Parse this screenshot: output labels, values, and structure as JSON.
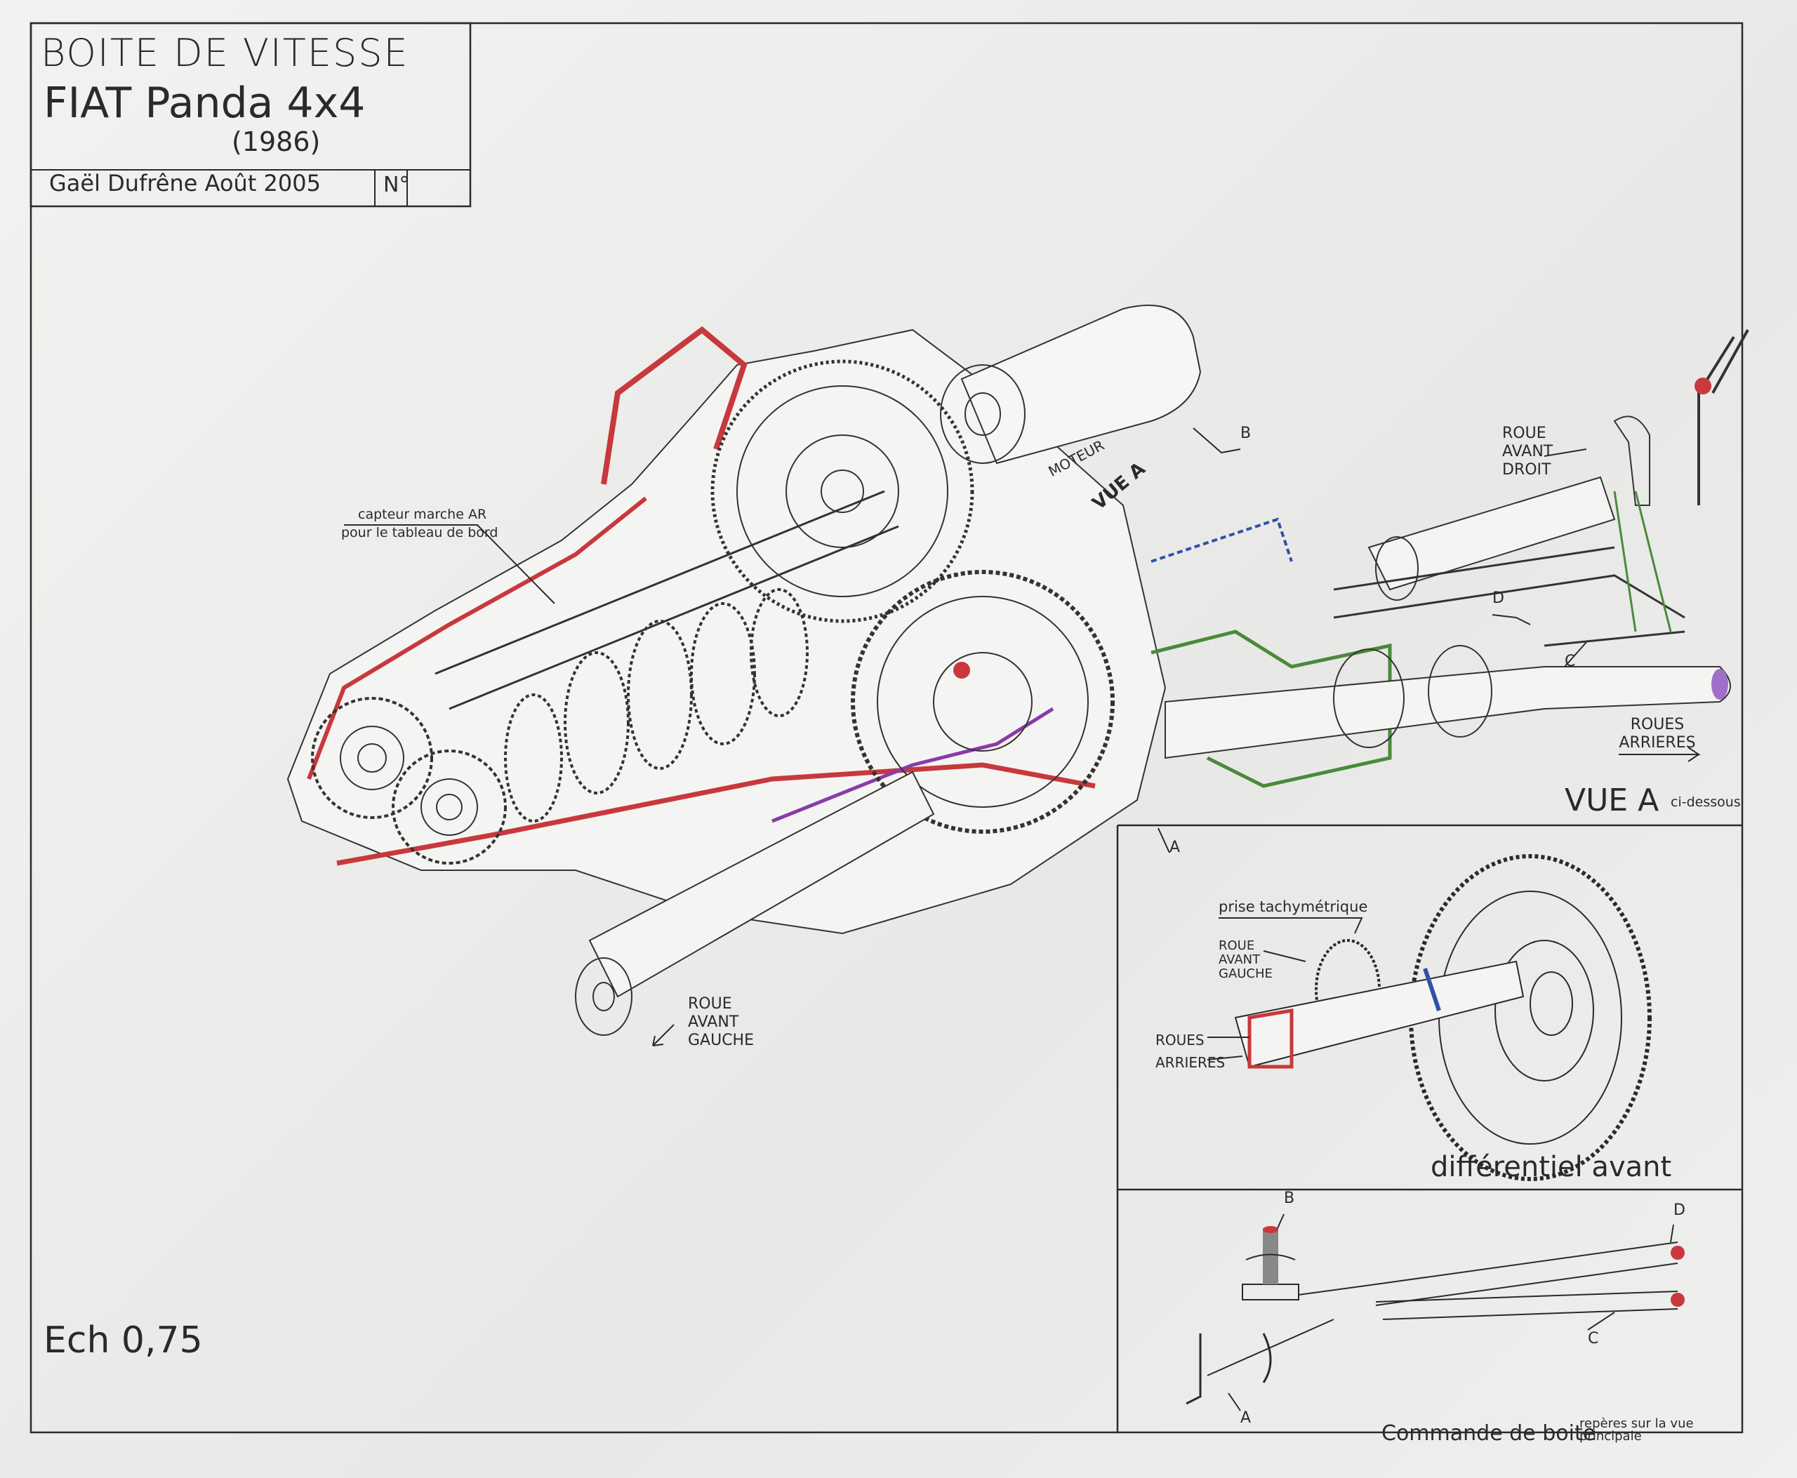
{
  "title_block": {
    "title": "BOITE DE VITESSE",
    "model": "FIAT Panda 4x4",
    "year": "(1986)",
    "author_date": "Gaël Dufrêne Août 2005",
    "number_label": "N°"
  },
  "scale": "Ech 0,75",
  "main_view": {
    "labels": {
      "sensor_line1": "capteur marche AR",
      "sensor_line2": "pour le tableau de bord",
      "engine": "MOTEUR",
      "view_a_arrow": "VUE A",
      "marker_b": "B",
      "front_right_wheel": "ROUE AVANT DROIT",
      "marker_d": "D",
      "marker_c": "C",
      "rear_wheels": "ROUES ARRIERES",
      "marker_a": "A",
      "front_left_wheel": "ROUE AVANT GAUCHE"
    }
  },
  "view_a": {
    "title": "VUE A",
    "title_note": "ci-dessous",
    "speedometer_drive": "prise tachymétrique",
    "front_left_wheel": "ROUE AVANT GAUCHE",
    "rear_wheels": "ROUES ARRIERES",
    "caption": "différentiel avant"
  },
  "shift_control": {
    "marker_b": "B",
    "marker_d": "D",
    "marker_c": "C",
    "marker_a": "A",
    "caption": "Commande de boite",
    "note": "repères sur la vue principale"
  },
  "colors": {
    "ink": "#2a2a2a",
    "red": "#c8383c",
    "blue": "#3050a8",
    "green": "#4a8a3a",
    "purple": "#8a3aa8",
    "orange": "#d08a30"
  }
}
